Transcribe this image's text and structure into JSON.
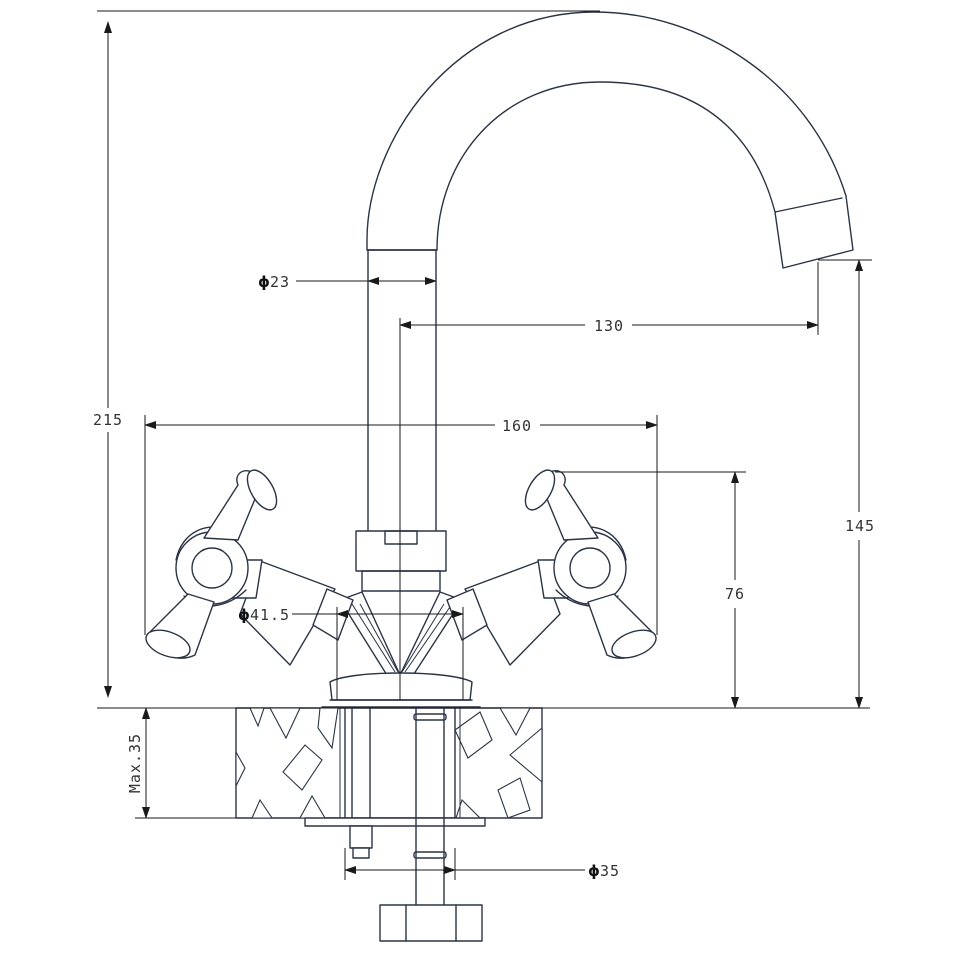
{
  "drawing": {
    "colors": {
      "line": "#2b3445",
      "dimension": "#1a1a1a",
      "text": "#333333",
      "background": "#ffffff"
    },
    "dimensions": {
      "total_height": "215",
      "spout_diameter_symbol": "ϕ",
      "spout_diameter": "23",
      "spout_reach": "130",
      "handle_span": "160",
      "spout_outlet_height": "145",
      "handle_height": "76",
      "base_diameter_symbol": "ϕ",
      "base_diameter": "41.5",
      "max_counter_thickness": "Max.35",
      "shank_diameter_symbol": "ϕ",
      "shank_diameter": "35"
    }
  }
}
